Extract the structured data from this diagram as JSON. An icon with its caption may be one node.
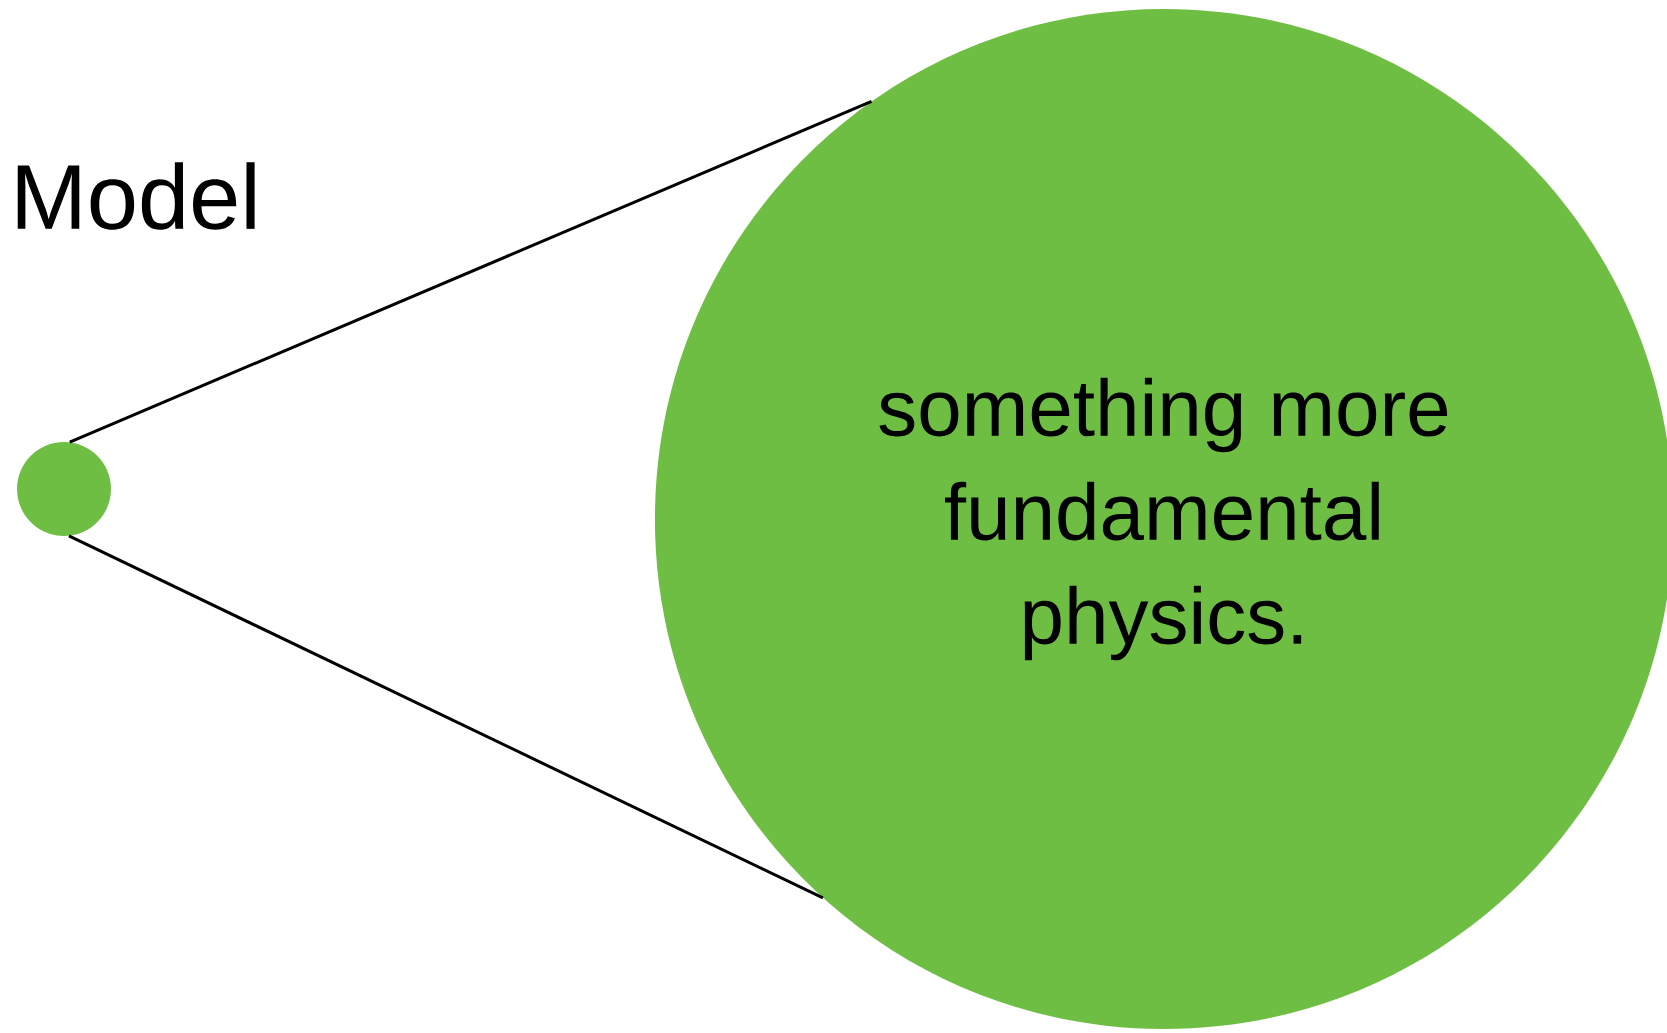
{
  "diagram": {
    "nodes": [
      {
        "text": [],
        "shape": "circle"
      },
      {
        "text": [
          "something more fundamental physics."
        ]
      }
    ],
    "edges": [
      {
        "from": 0,
        "to": 1,
        "arrow": "none"
      },
      {
        "from": 0,
        "to": 1,
        "arrow": "none"
      }
    ],
    "labels": [
      "Model"
    ]
  }
}
